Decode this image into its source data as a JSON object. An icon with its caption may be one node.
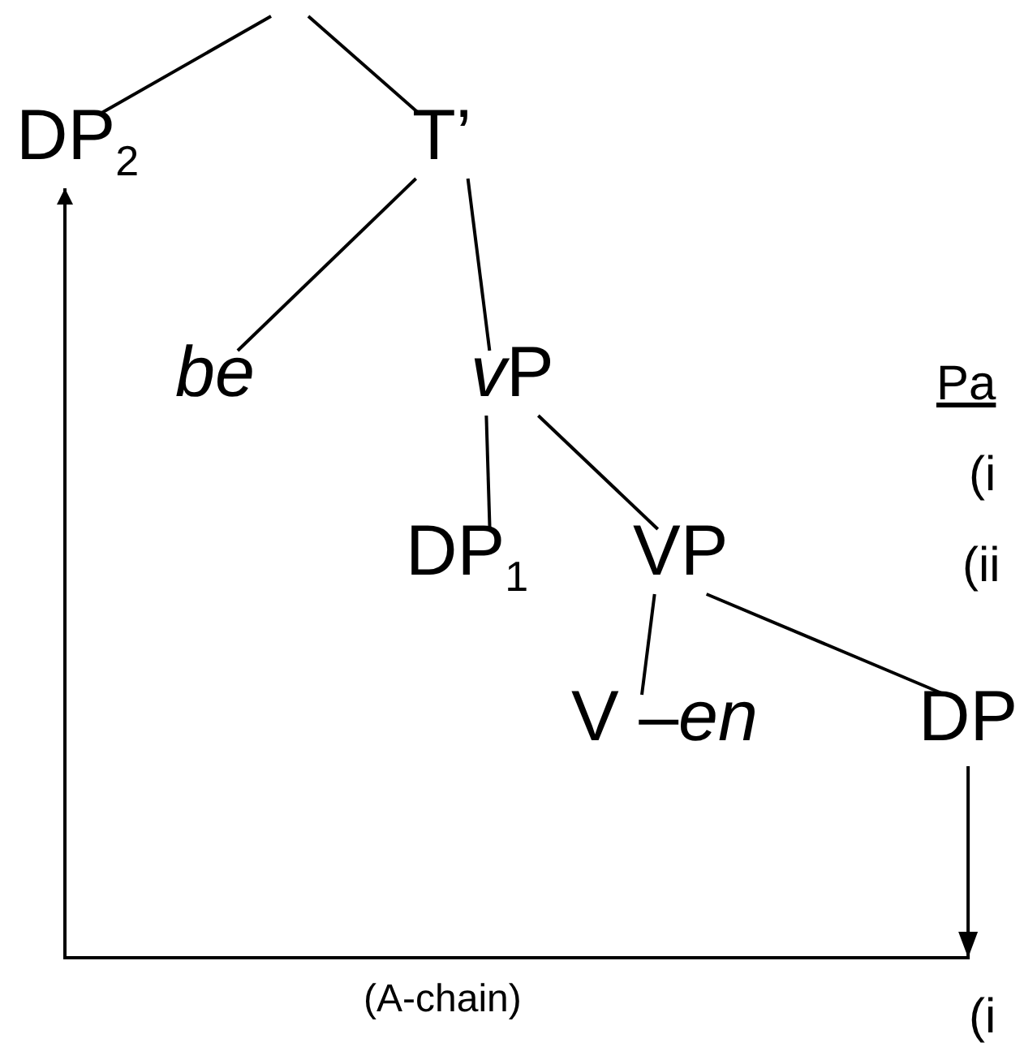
{
  "diagram": {
    "nodes": [
      {
        "text": [
          "DP$_{2}$"
        ]
      },
      {
        "text": [
          "T’"
        ]
      },
      {
        "text": [
          "be"
        ]
      },
      {
        "text": [
          "vP"
        ]
      },
      {
        "text": [
          "DP$_{1}$"
        ]
      },
      {
        "text": [
          "VP"
        ]
      },
      {
        "text": [
          "V –*en*"
        ]
      },
      {
        "text": [
          "DP"
        ]
      }
    ],
    "edges": [
      {
        "from": null,
        "to": 0,
        "arrow": "none"
      },
      {
        "from": null,
        "to": 1,
        "arrow": "none"
      },
      {
        "from": 1,
        "to": 2,
        "arrow": "none"
      },
      {
        "from": 1,
        "to": 3,
        "arrow": "none"
      },
      {
        "from": 3,
        "to": 4,
        "arrow": "none"
      },
      {
        "from": 3,
        "to": 5,
        "arrow": "none"
      },
      {
        "from": 5,
        "to": 6,
        "arrow": "none"
      },
      {
        "from": 5,
        "to": 7,
        "arrow": "none"
      },
      {
        "from": 7,
        "to": 0,
        "arrow": "to",
        "label": "(A-chain)"
      }
    ],
    "labels": [
      "Pa",
      "(i",
      "(ii",
      "(i"
    ]
  }
}
